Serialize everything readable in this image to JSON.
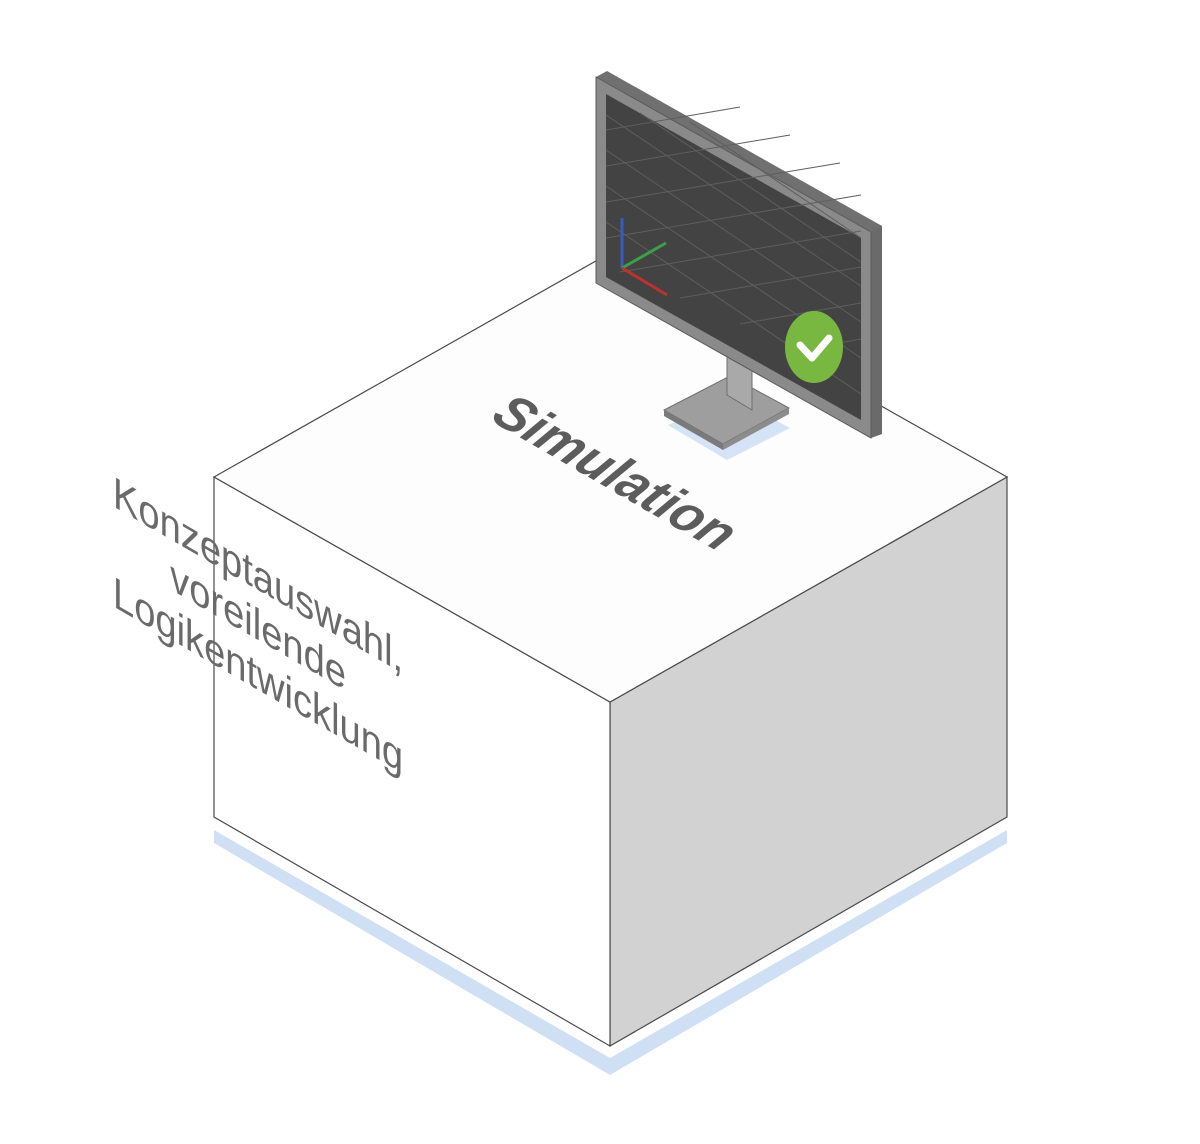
{
  "cube": {
    "top_label": "Simulation",
    "front_lines": [
      "Konzeptauswahl,",
      "voreilende",
      "Logikentwicklung"
    ]
  },
  "monitor": {
    "status_icon": "check-icon",
    "axes_icon": "xyz-axes-icon"
  },
  "colors": {
    "face_front": "#ffffff",
    "face_right": "#d2d2d2",
    "face_top": "#fdfdfd",
    "edge": "#4a4a4a",
    "shadow": "#cfe0f5",
    "screen": "#434343",
    "bezel": "#8a8a8a",
    "check_green": "#79b840",
    "axis_x": "#c03030",
    "axis_y": "#3aa04a",
    "axis_z": "#3a5ac0"
  }
}
